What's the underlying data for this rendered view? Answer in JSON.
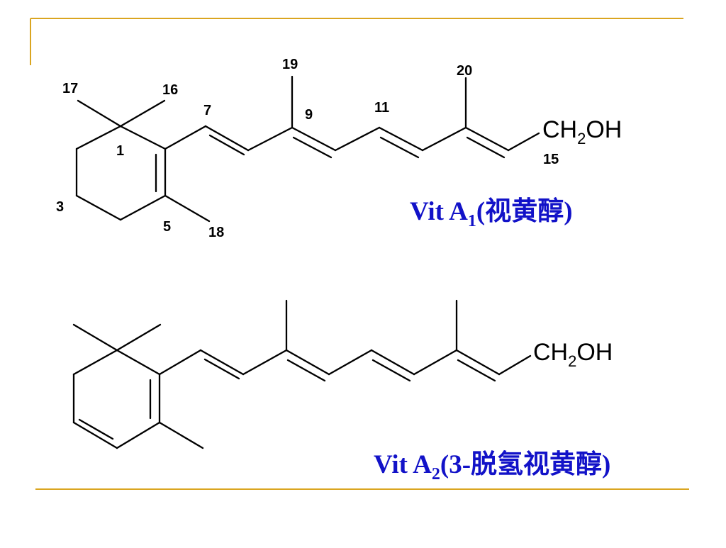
{
  "slide": {
    "accent_color": "#DAA520",
    "caption_color": "#1212C8"
  },
  "molecule_a1": {
    "name_prefix": "Vit A",
    "name_subscript": "1",
    "name_suffix": "(视黄醇)",
    "end_group": {
      "main": "CH",
      "subscript": "2",
      "tail": "OH"
    },
    "atom_numbers": {
      "c1": "1",
      "c3": "3",
      "c5": "5",
      "c7": "7",
      "c9": "9",
      "c11": "11",
      "c15": "15",
      "c16": "16",
      "c17": "17",
      "c18": "18",
      "c19": "19",
      "c20": "20"
    }
  },
  "molecule_a2": {
    "name_prefix": "Vit A",
    "name_subscript": "2",
    "name_suffix": "(3-脱氢视黄醇)",
    "end_group": {
      "main": "CH",
      "subscript": "2",
      "tail": "OH"
    }
  }
}
